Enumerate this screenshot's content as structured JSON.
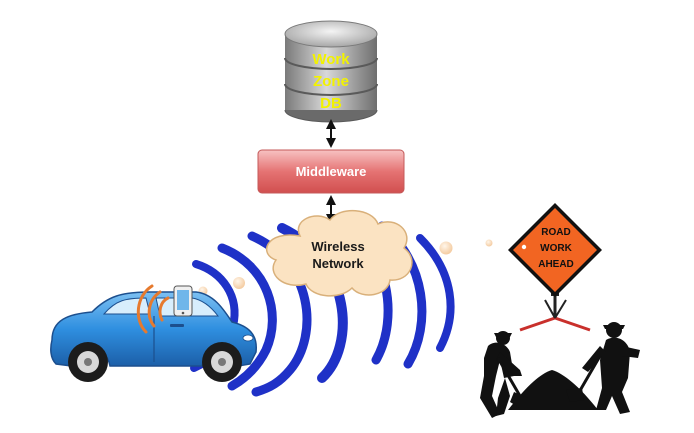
{
  "database": {
    "lines": [
      "Work",
      "Zone",
      "DB"
    ],
    "text_color": "#f2f200",
    "body_color": "#a8a8a8"
  },
  "middleware": {
    "label": "Middleware",
    "color": "#e06666"
  },
  "cloud": {
    "lines": [
      "Wireless",
      "Network"
    ],
    "color": "#fbe3c2"
  },
  "sign": {
    "lines": [
      "ROAD",
      "WORK",
      "AHEAD"
    ],
    "color": "#f26522"
  },
  "waves": {
    "color": "#1f31c7"
  },
  "car": {
    "color": "#2f8fe0"
  },
  "icons": [
    "database-icon",
    "car-icon",
    "smartphone-icon",
    "signal-icon",
    "cloud-icon",
    "road-sign-icon",
    "worker-icon",
    "gravel-pile-icon"
  ]
}
